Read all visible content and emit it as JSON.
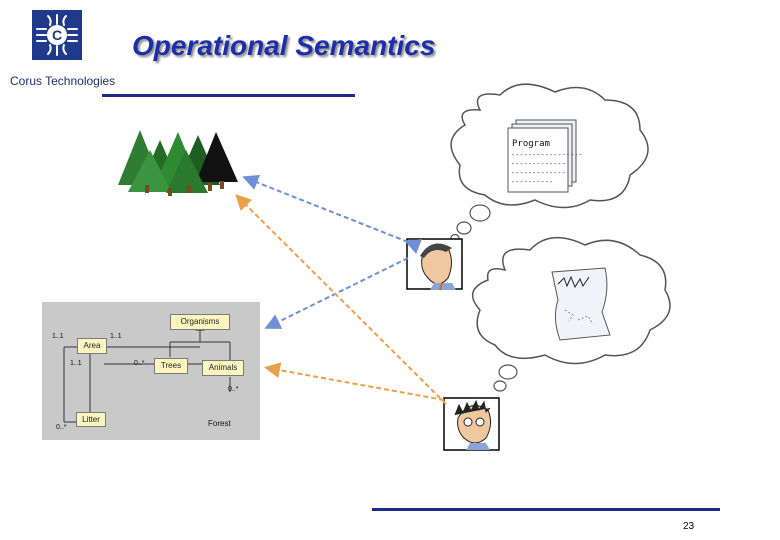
{
  "header": {
    "company": "Corus Technologies",
    "logo_letter": "C",
    "title": "Operational Semantics"
  },
  "thought_program": {
    "label": "Program",
    "lines": [
      "-----------------",
      "-------------",
      "-------------",
      "----------"
    ]
  },
  "uml": {
    "organisms": "Organisms",
    "area": "Area",
    "trees": "Trees",
    "animals": "Animals",
    "litter": "Litter",
    "forest": "Forest",
    "mult_area_left": "1..1",
    "mult_area_right": "1..1",
    "mult_area_below": "1..1",
    "mult_trees": "0..*",
    "mult_animals": "0..*",
    "mult_litter": "0..*"
  },
  "footer": {
    "page_number": "23"
  },
  "colors": {
    "title": "#1c2fa8",
    "rule": "#1c2a8c",
    "logo": "#1f3a8a",
    "arrow_blue": "#6f8fd6",
    "arrow_orange": "#e8a24a",
    "uml_box": "#fdf5c0",
    "panel": "#c9c9c9"
  }
}
